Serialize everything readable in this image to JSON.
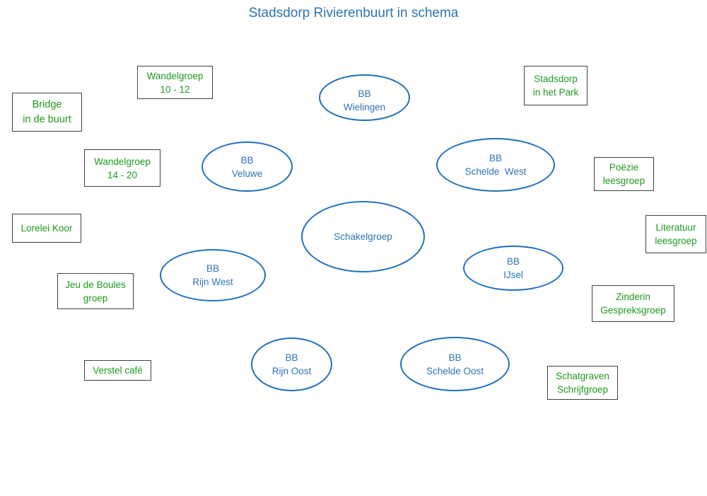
{
  "title": "Stadsdorp Rivierenbuurt in schema",
  "center": {
    "label": "Schakelgroep"
  },
  "ellipses": [
    {
      "name": "bb-wielingen",
      "line1": "BB",
      "line2": "Wielingen"
    },
    {
      "name": "bb-veluwe",
      "line1": "BB",
      "line2": "Veluwe"
    },
    {
      "name": "bb-schelde-west",
      "line1": "BB",
      "line2": "Schelde  West"
    },
    {
      "name": "bb-rijn-west",
      "line1": "BB",
      "line2": "Rijn West"
    },
    {
      "name": "bb-ijsel",
      "line1": "BB",
      "line2": "IJsel"
    },
    {
      "name": "bb-rijn-oost",
      "line1": "BB",
      "line2": "Rijn Oost"
    },
    {
      "name": "bb-schelde-oost",
      "line1": "BB",
      "line2": "Schelde Oost"
    }
  ],
  "groups": [
    {
      "name": "wandelgroep-10-12",
      "line1": "Wandelgroep",
      "line2": "10 - 12"
    },
    {
      "name": "bridge",
      "line1": "Bridge",
      "line2": "in de buurt"
    },
    {
      "name": "wandelgroep-14-20",
      "line1": "Wandelgroep",
      "line2": "14 - 20"
    },
    {
      "name": "lorelei-koor",
      "line1": "Lorelei Koor",
      "line2": ""
    },
    {
      "name": "jeu-de-boules",
      "line1": "Jeu de Boules",
      "line2": "groep"
    },
    {
      "name": "verstel-cafe",
      "line1": "Verstel café",
      "line2": ""
    },
    {
      "name": "stadsdorp-park",
      "line1": "Stadsdorp",
      "line2": "in het Park"
    },
    {
      "name": "poezie-leesgroep",
      "line1": "Poëzie",
      "line2": "leesgroep"
    },
    {
      "name": "literatuur-leesgroep",
      "line1": "Literatuur",
      "line2": "leesgroep"
    },
    {
      "name": "zinderin",
      "line1": "Zinderin",
      "line2": "Gespreksgroep"
    },
    {
      "name": "schatgraven",
      "line1": "Schatgraven",
      "line2": "Schrijfgroep"
    }
  ]
}
